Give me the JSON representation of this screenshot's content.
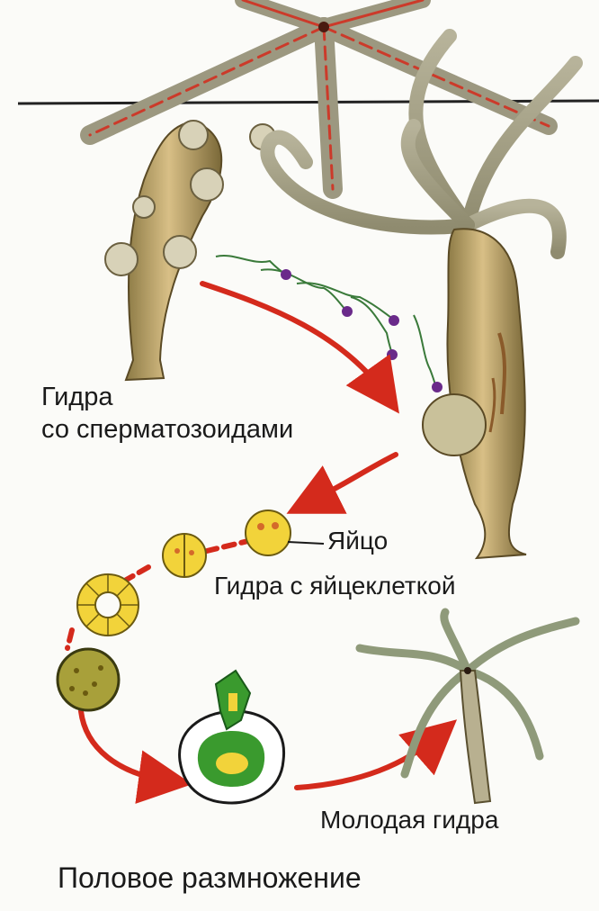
{
  "labels": {
    "hydra_with_sperm_line1": "Гидра",
    "hydra_with_sperm_line2": "со сперматозоидами",
    "egg": "Яйцо",
    "hydra_with_egg_cell": "Гидра с яйцеклеткой",
    "young_hydra": "Молодая гидра",
    "title": "Половое размножение"
  },
  "colors": {
    "arrow": "#d42a1c",
    "hydra_body": "#c9a86a",
    "hydra_shadow": "#7a6a3a",
    "yolk": "#f2d33a",
    "embryo_green": "#3a9a2e",
    "sperm_tail": "#3a7a3a",
    "sperm_head": "#6a2a8a"
  }
}
